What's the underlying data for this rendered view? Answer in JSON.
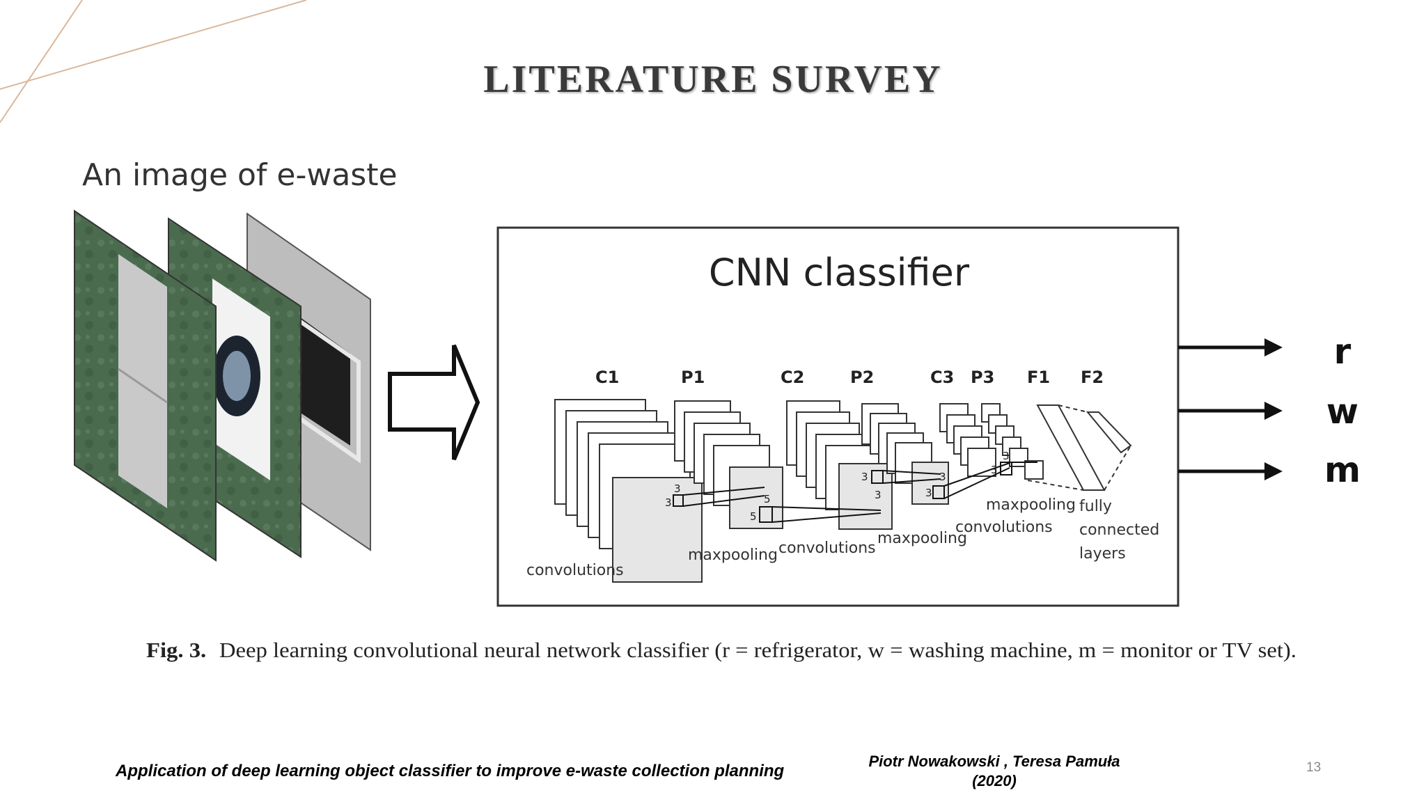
{
  "slide": {
    "title": "LITERATURE SURVEY",
    "page_number": "13"
  },
  "figure": {
    "input_label": "An image of e-waste",
    "classifier_title": "CNN classifier",
    "layer_labels": [
      "C1",
      "P1",
      "C2",
      "P2",
      "C3",
      "P3",
      "F1",
      "F2"
    ],
    "kernel_labels": {
      "k3a": "3",
      "k3b": "3",
      "k5a": "5",
      "k5b": "5",
      "k3c": "3",
      "k3d": "3",
      "k3e": "3",
      "k3f": "3",
      "k3g": "3",
      "k3h": "3"
    },
    "operation_labels": {
      "conv1": "convolutions",
      "pool1": "maxpooling",
      "conv2": "convolutions",
      "pool2": "maxpooling",
      "pool3": "maxpooling",
      "conv3": "convolutions",
      "fc_line1": "fully",
      "fc_line2": "connected",
      "fc_line3": "layers"
    },
    "outputs": [
      "r",
      "w",
      "m"
    ],
    "caption_label": "Fig. 3.",
    "caption_text": "Deep learning convolutional neural network classifier (r = refrigerator, w = washing machine, m = monitor or TV set)."
  },
  "footer": {
    "paper_title": "Application of deep learning object classifier to improve e-waste collection planning",
    "authors": "Piotr Nowakowski , Teresa Pamuła",
    "year": "(2020)"
  },
  "colors": {
    "accent_line": "#d9b79a",
    "green_tile": "#4b6b4f",
    "title_text": "#3a3a3a"
  }
}
